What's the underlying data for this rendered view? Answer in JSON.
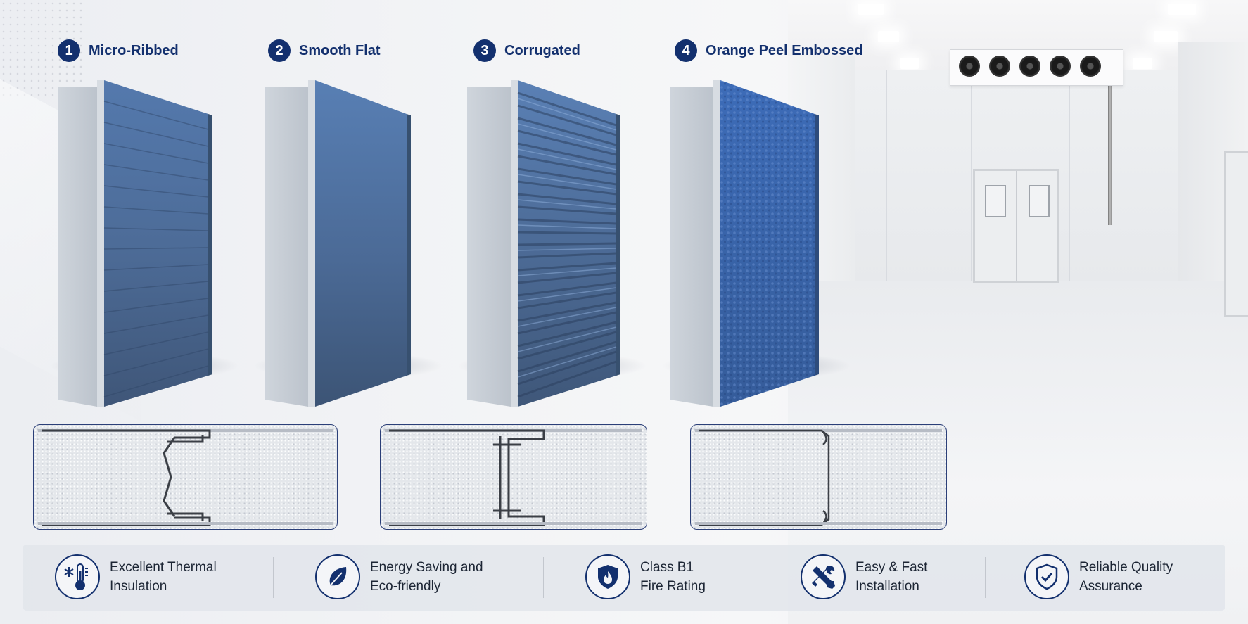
{
  "panels": [
    {
      "number": "1",
      "title": "Micro-Ribbed"
    },
    {
      "number": "2",
      "title": "Smooth Flat"
    },
    {
      "number": "3",
      "title": "Corrugated"
    },
    {
      "number": "4",
      "title": "Orange Peel Embossed"
    }
  ],
  "features": [
    {
      "icon": "thermometer-snowflake-icon",
      "line1": "Excellent Thermal",
      "line2": "Insulation"
    },
    {
      "icon": "leaf-icon",
      "line1": "Energy Saving and",
      "line2": "Eco-friendly"
    },
    {
      "icon": "fire-shield-icon",
      "line1": "Class B1",
      "line2": "Fire Rating"
    },
    {
      "icon": "tools-icon",
      "line1": "Easy & Fast",
      "line2": "Installation"
    },
    {
      "icon": "shield-check-icon",
      "line1": "Reliable Quality",
      "line2": "Assurance"
    }
  ],
  "colors": {
    "brand": "#13306e",
    "panel_blue": "#4a6f9f",
    "panel_side": "#c8ced6"
  }
}
